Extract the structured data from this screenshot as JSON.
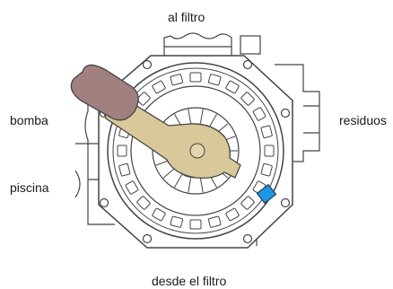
{
  "labels": {
    "top": "al filtro",
    "left_upper": "bomba",
    "right": "residuos",
    "left_lower": "piscina",
    "bottom": "desde el filtro"
  },
  "colors": {
    "handle_grip": "#a18080",
    "handle_arm": "#d8c89a",
    "indicator": "#1e96e6",
    "outline": "#444444"
  },
  "icons": {
    "valve": "multiport-valve-icon"
  }
}
